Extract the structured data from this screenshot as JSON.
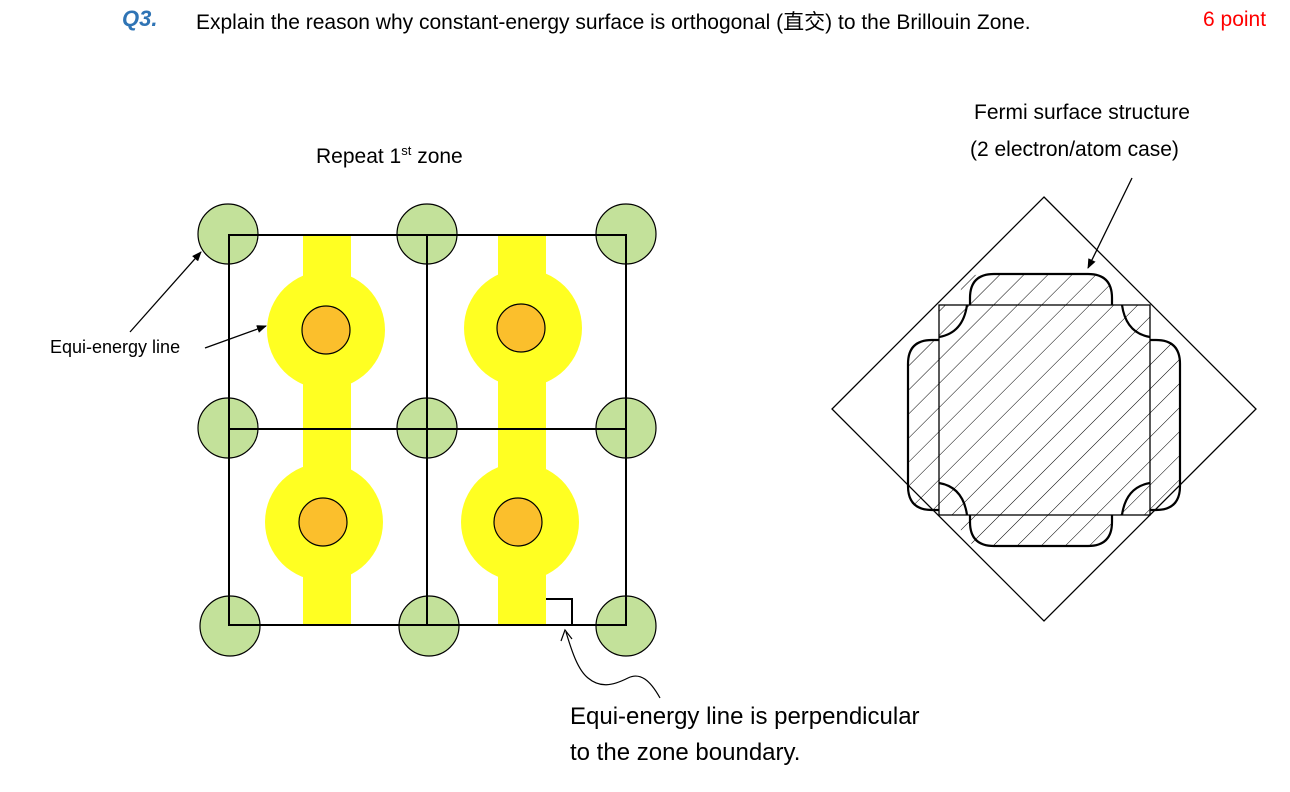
{
  "question": {
    "number": "Q3.",
    "text": "Explain the reason why constant-energy surface is orthogonal (直交) to the Brillouin Zone.",
    "points": "6 point"
  },
  "left_figure": {
    "title_prefix": "Repeat 1",
    "title_sup": "st",
    "title_suffix": " zone",
    "label_equi_energy": "Equi-energy line",
    "perpendicular_line1": "Equi-energy line is perpendicular",
    "perpendicular_line2": "to the zone boundary."
  },
  "right_figure": {
    "title_line1": "Fermi surface structure",
    "title_line2": "(2 electron/atom case)"
  },
  "colors": {
    "green_circle": "#c3e19a",
    "yellow_band": "#ffff22",
    "orange_core": "#fbbf2c",
    "line": "#000000",
    "question_blue": "#2f74b5",
    "points_red": "#ff0000"
  }
}
